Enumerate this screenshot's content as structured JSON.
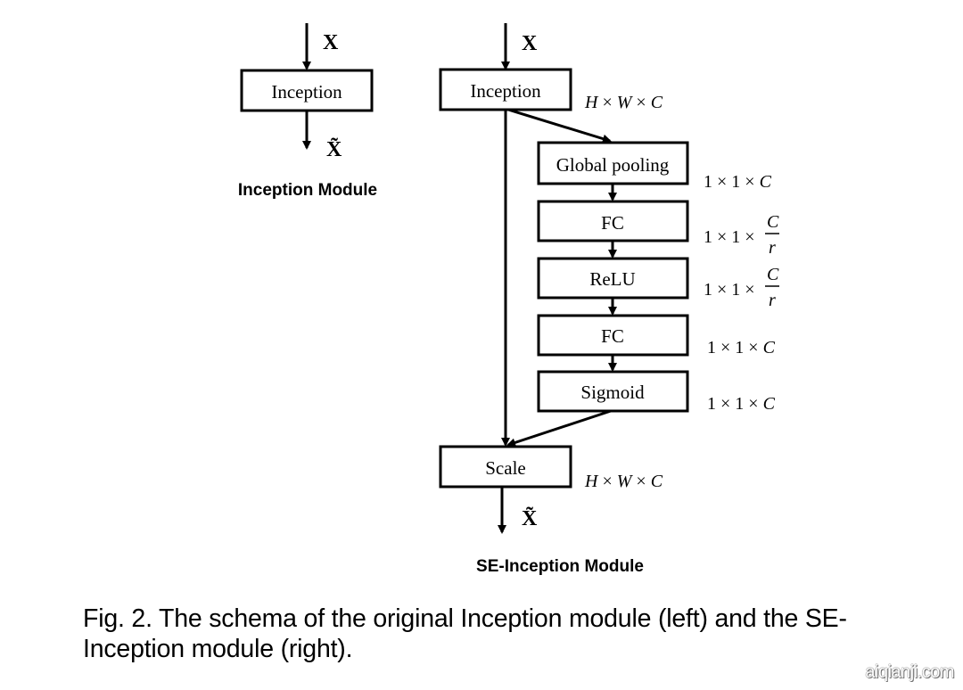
{
  "left_module": {
    "input_label": "X",
    "block_label": "Inception",
    "output_label": "X̃",
    "title": "Inception Module"
  },
  "right_module": {
    "input_label": "X",
    "output_label": "X̃",
    "title": "SE-Inception Module",
    "blocks": [
      {
        "id": "inception",
        "label": "Inception",
        "dim": "H × W × C"
      },
      {
        "id": "global_pooling",
        "label": "Global pooling",
        "dim": "1 × 1 × C"
      },
      {
        "id": "fc1",
        "label": "FC",
        "dim": "1 × 1 × C/r"
      },
      {
        "id": "relu",
        "label": "ReLU",
        "dim": "1 × 1 × C/r"
      },
      {
        "id": "fc2",
        "label": "FC",
        "dim": "1 × 1 × C"
      },
      {
        "id": "sigmoid",
        "label": "Sigmoid",
        "dim": "1 × 1 × C"
      },
      {
        "id": "scale",
        "label": "Scale",
        "dim": "H × W × C"
      }
    ],
    "dims": {
      "hwc": {
        "h": "H",
        "w": "W",
        "c": "C",
        "times": "×"
      },
      "one": "1",
      "c": "C",
      "r": "r"
    }
  },
  "edges": [
    {
      "from": "input",
      "to": "inception"
    },
    {
      "from": "inception",
      "to": "global_pooling"
    },
    {
      "from": "global_pooling",
      "to": "fc1"
    },
    {
      "from": "fc1",
      "to": "relu"
    },
    {
      "from": "relu",
      "to": "fc2"
    },
    {
      "from": "fc2",
      "to": "sigmoid"
    },
    {
      "from": "sigmoid",
      "to": "scale"
    },
    {
      "from": "inception",
      "to": "scale"
    },
    {
      "from": "scale",
      "to": "output"
    }
  ],
  "caption": "Fig. 2. The schema of the original Inception module (left) and the SE-Inception module (right).",
  "caption_line1": "Fig. 2. The schema of the original Inception module (left) and the SE-",
  "caption_line2": "Inception module (right).",
  "watermark": "aiqianji.com"
}
